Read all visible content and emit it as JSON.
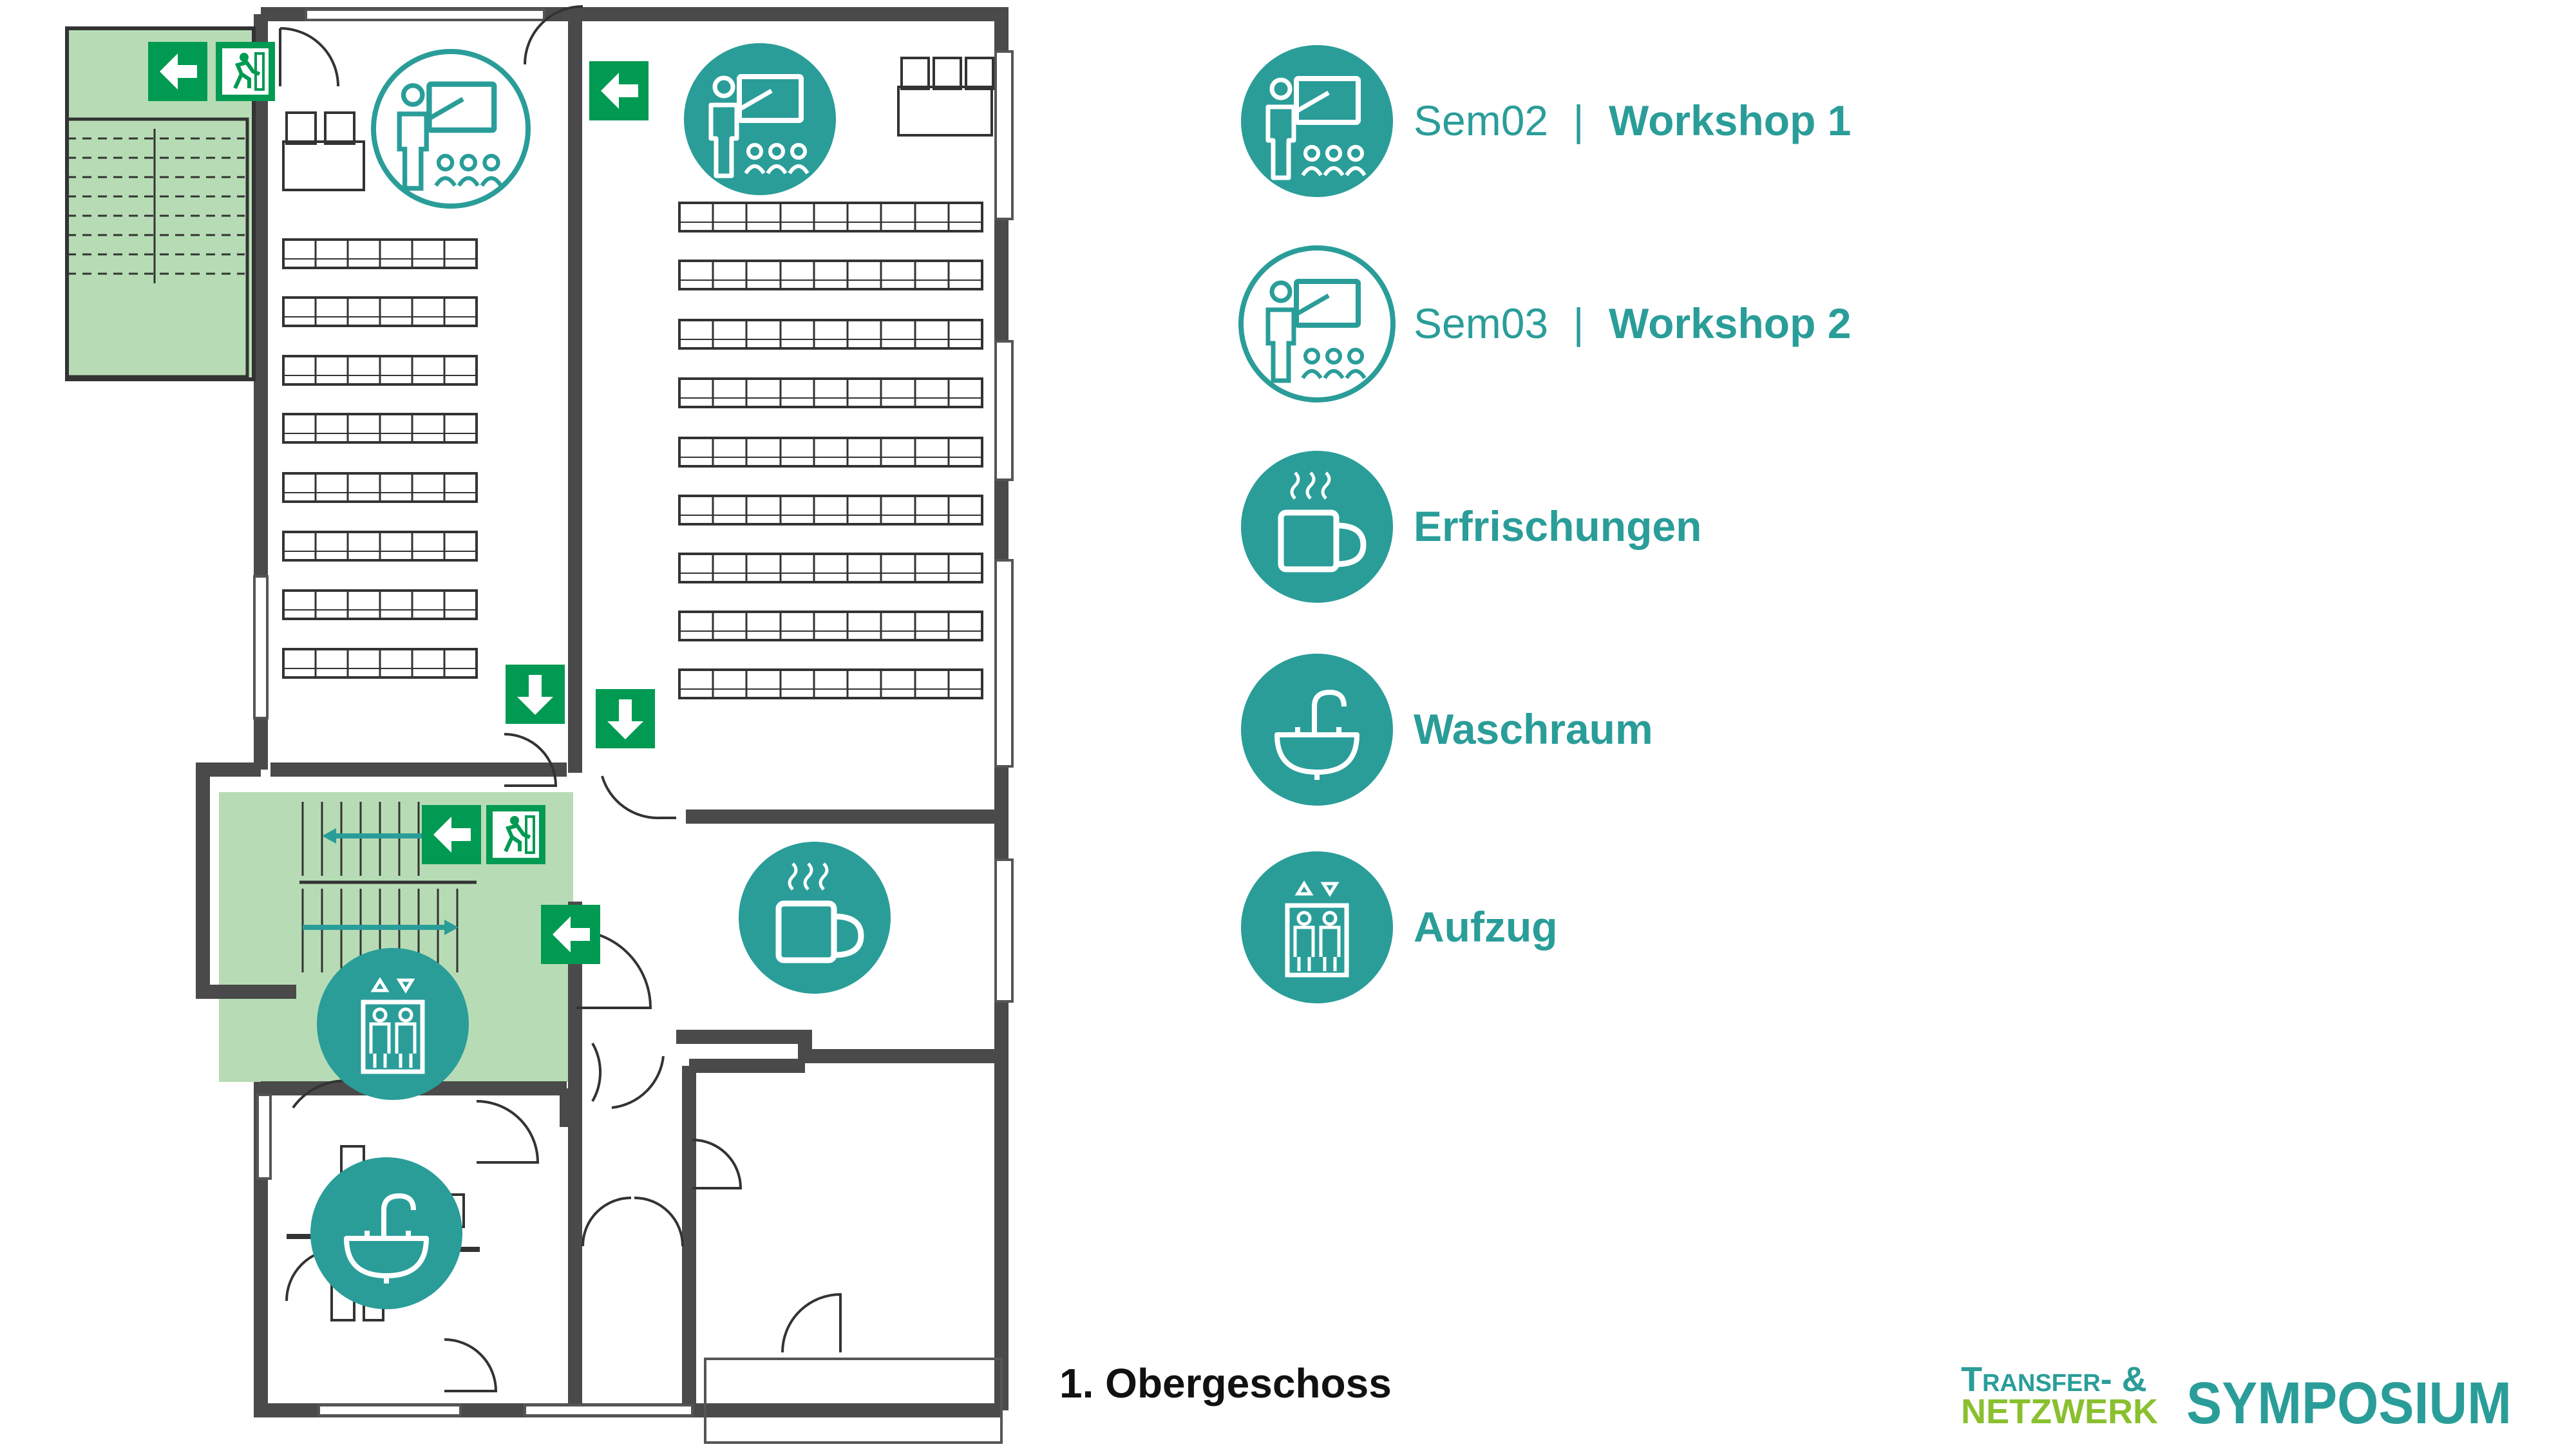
{
  "colors": {
    "teal": "#2a9d99",
    "exit_green": "#009a52",
    "escape_route": "#b7dcb5",
    "wall": "#4a4a4a",
    "brand_green": "#8ac02f"
  },
  "floor_label": "1. Obergeschoss",
  "legend": [
    {
      "icon": "seminar-icon",
      "room": "Sem02",
      "separator": "|",
      "name": "Workshop 1"
    },
    {
      "icon": "seminar-icon",
      "room": "Sem03",
      "separator": "|",
      "name": "Workshop 2"
    },
    {
      "icon": "coffee-cup-icon",
      "name": "Erfrischungen"
    },
    {
      "icon": "sink-icon",
      "name": "Waschraum"
    },
    {
      "icon": "elevator-icon",
      "name": "Aufzug"
    }
  ],
  "logo": {
    "line1": "Transfer- &",
    "line2": "Netzwerk",
    "word": "Symposium"
  }
}
